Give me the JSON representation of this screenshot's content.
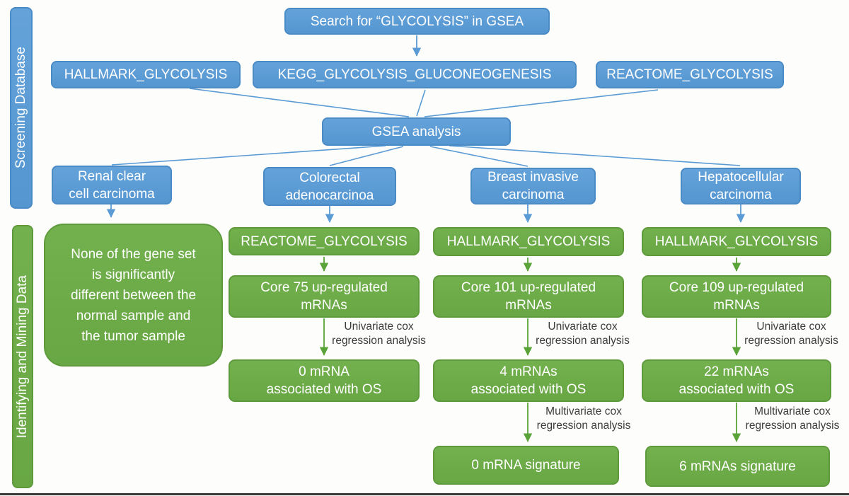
{
  "palette": {
    "blue_fill": "#5b9bd5",
    "blue_border": "#4a8bc6",
    "green_fill": "#6dab4a",
    "green_border": "#5e9a3c",
    "line_blue": "#5b9bd5",
    "arrow_green": "#5aa338",
    "label_text": "#3c3c3c",
    "box_text": "#ffffff"
  },
  "sidebars": {
    "screening": "Screening Database",
    "mining": "Identifying and Mining Data"
  },
  "flow": {
    "search_label": "Search for “GLYCOLYSIS” in GSEA",
    "genesets": [
      "HALLMARK_GLYCOLYSIS",
      "KEGG_GLYCOLYSIS_GLUCONEOGENESIS",
      "REACTOME_GLYCOLYSIS"
    ],
    "gsea_label": "GSEA analysis"
  },
  "columns": [
    {
      "cancer_lines": [
        "Renal clear",
        "cell carcinoma"
      ],
      "result_lines": [
        "None of the gene set",
        "is significantly",
        "different between the",
        "normal sample and",
        "the tumor sample"
      ]
    },
    {
      "cancer_lines": [
        "Colorectal",
        "adenocarcinoa"
      ],
      "geneset": "REACTOME_GLYCOLYSIS",
      "core_lines": [
        "Core 75 up-regulated",
        "mRNAs"
      ],
      "univariate_lines": [
        "Univariate cox",
        "regression analysis"
      ],
      "os_lines": [
        "0 mRNA",
        "associated with OS"
      ]
    },
    {
      "cancer_lines": [
        "Breast invasive",
        "carcinoma"
      ],
      "geneset": "HALLMARK_GLYCOLYSIS",
      "core_lines": [
        "Core 101 up-regulated",
        "mRNAs"
      ],
      "univariate_lines": [
        "Univariate cox",
        "regression analysis"
      ],
      "os_lines": [
        "4 mRNAs",
        "associated with OS"
      ],
      "multivariate_lines": [
        "Multivariate cox",
        "regression analysis"
      ],
      "signature": "0 mRNA signature"
    },
    {
      "cancer_lines": [
        "Hepatocellular",
        "carcinoma"
      ],
      "geneset": "HALLMARK_GLYCOLYSIS",
      "core_lines": [
        "Core 109 up-regulated",
        "mRNAs"
      ],
      "univariate_lines": [
        "Univariate cox",
        "regression analysis"
      ],
      "os_lines": [
        "22 mRNAs",
        "associated with OS"
      ],
      "multivariate_lines": [
        "Multivariate cox",
        "regression analysis"
      ],
      "signature": "6 mRNAs signature"
    }
  ]
}
